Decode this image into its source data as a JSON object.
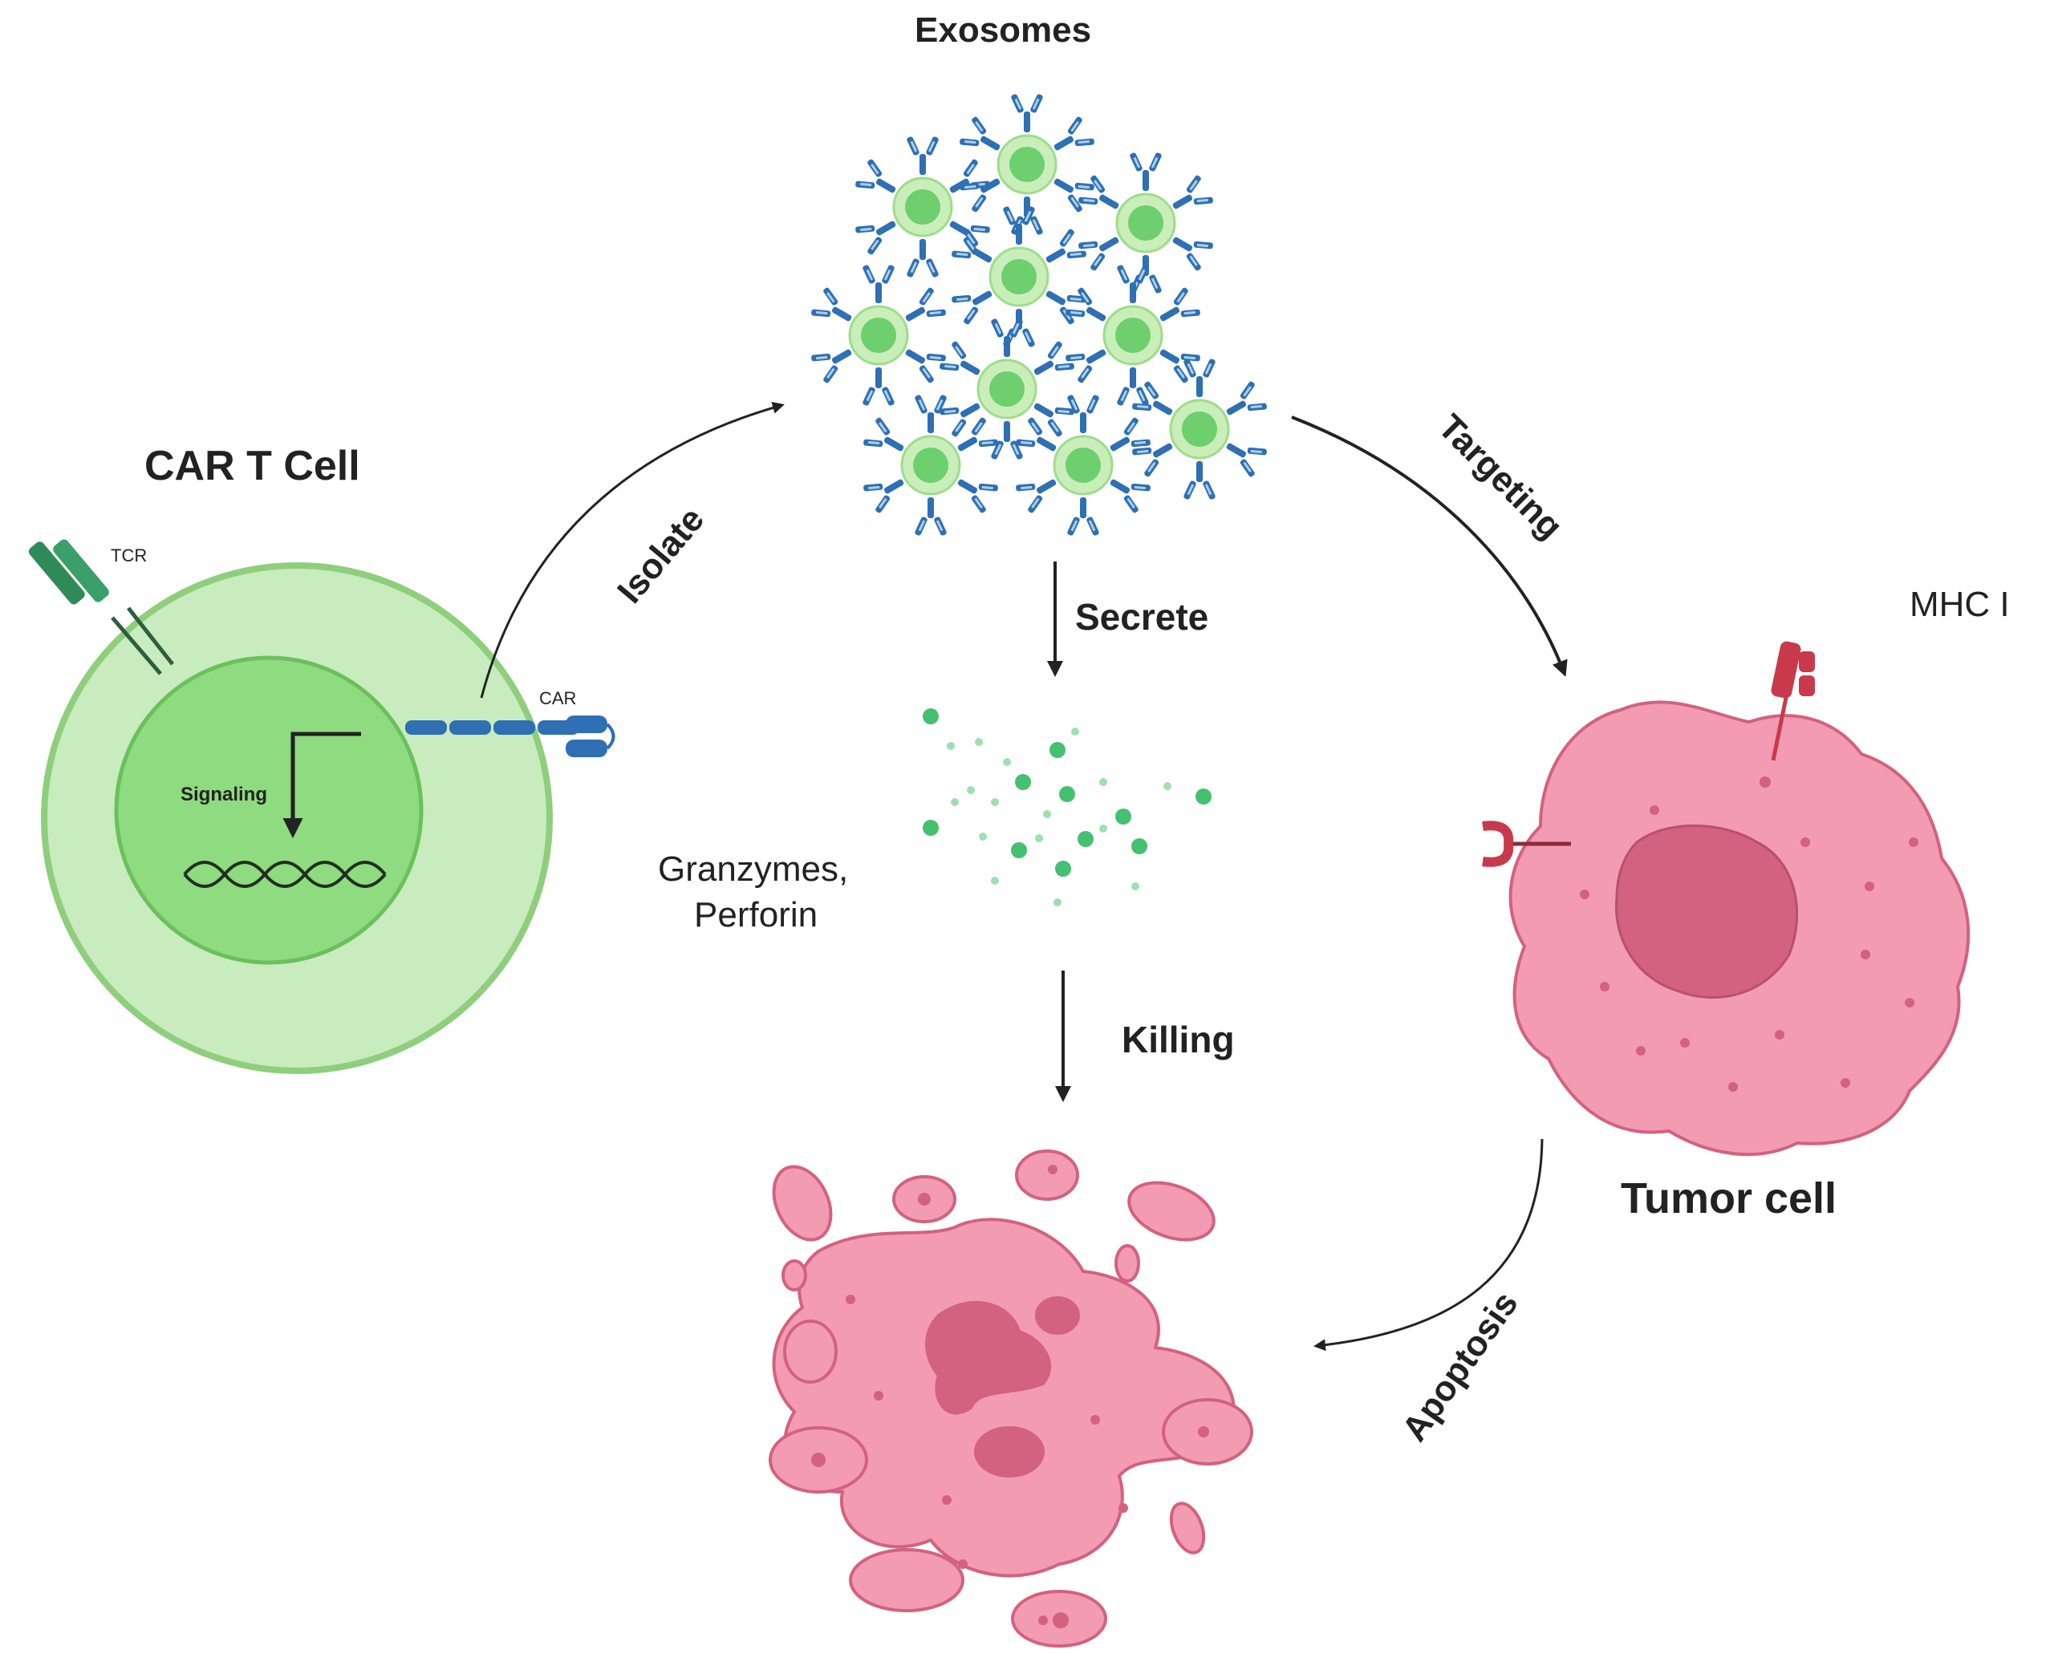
{
  "labels": {
    "exosomes": "Exosomes",
    "car_t_cell": "CAR T Cell",
    "tcr": "TCR",
    "car": "CAR",
    "signaling": "Signaling",
    "isolate": "Isolate",
    "secrete": "Secrete",
    "targeting": "Targeting",
    "mhc": "MHC I",
    "granzymes": "Granzymes,",
    "perforin": "Perforin",
    "killing": "Killing",
    "tumor_cell": "Tumor cell",
    "apoptosis": "Apoptosis"
  },
  "colors": {
    "tcell_outer": "#c8ecbd",
    "tcell_border": "#8fce7c",
    "tcell_nucleus": "#8fdb7f",
    "exosome_outer": "#c9eeb9",
    "exosome_core": "#6dcf6e",
    "antibody": "#2f6fb3",
    "tumor": "#f39bb2",
    "tumor_dark": "#d2627e",
    "receptor": "#c83a4b",
    "granule": "#43c070",
    "arrow": "#222222"
  }
}
